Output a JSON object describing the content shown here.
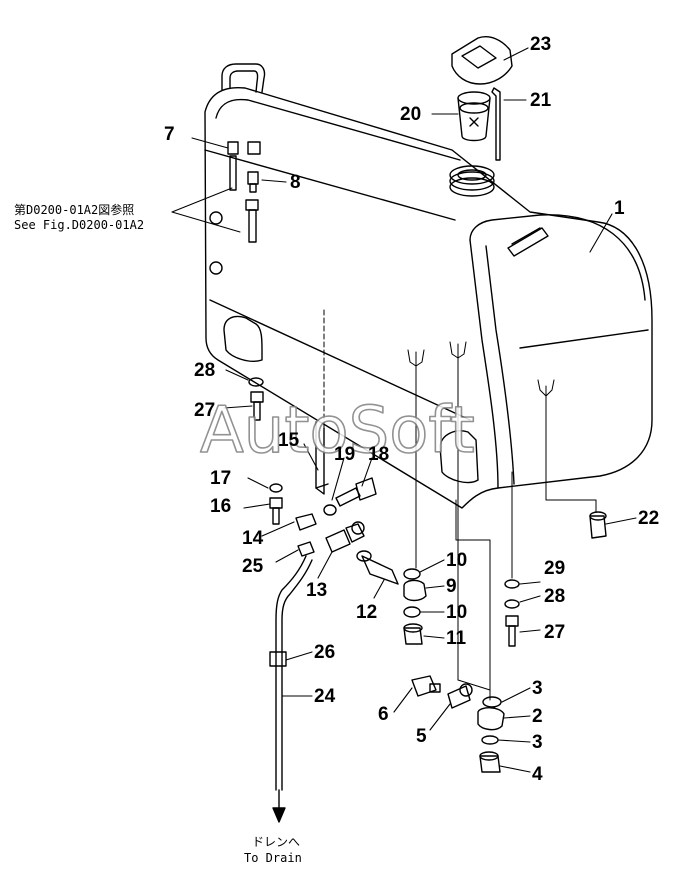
{
  "diagram": {
    "callouts": [
      {
        "id": "c1",
        "label": "1"
      },
      {
        "id": "c2",
        "label": "2"
      },
      {
        "id": "c3a",
        "label": "3"
      },
      {
        "id": "c3b",
        "label": "3"
      },
      {
        "id": "c4",
        "label": "4"
      },
      {
        "id": "c5",
        "label": "5"
      },
      {
        "id": "c6",
        "label": "6"
      },
      {
        "id": "c7",
        "label": "7"
      },
      {
        "id": "c8",
        "label": "8"
      },
      {
        "id": "c9",
        "label": "9"
      },
      {
        "id": "c10a",
        "label": "10"
      },
      {
        "id": "c10b",
        "label": "10"
      },
      {
        "id": "c11",
        "label": "11"
      },
      {
        "id": "c12",
        "label": "12"
      },
      {
        "id": "c13",
        "label": "13"
      },
      {
        "id": "c14",
        "label": "14"
      },
      {
        "id": "c15",
        "label": "15"
      },
      {
        "id": "c16",
        "label": "16"
      },
      {
        "id": "c17",
        "label": "17"
      },
      {
        "id": "c18",
        "label": "18"
      },
      {
        "id": "c19",
        "label": "19"
      },
      {
        "id": "c20",
        "label": "20"
      },
      {
        "id": "c21",
        "label": "21"
      },
      {
        "id": "c22",
        "label": "22"
      },
      {
        "id": "c23",
        "label": "23"
      },
      {
        "id": "c24",
        "label": "24"
      },
      {
        "id": "c25",
        "label": "25"
      },
      {
        "id": "c26",
        "label": "26"
      },
      {
        "id": "c27a",
        "label": "27"
      },
      {
        "id": "c27b",
        "label": "27"
      },
      {
        "id": "c28a",
        "label": "28"
      },
      {
        "id": "c28b",
        "label": "28"
      },
      {
        "id": "c29",
        "label": "29"
      }
    ],
    "reference_note": {
      "line1": "第D0200-01A2図参照",
      "line2": "See Fig.D0200-01A2"
    },
    "drain_note": {
      "line1": "ドレンへ",
      "line2": "To Drain"
    },
    "watermark": "AutoSoft"
  },
  "colors": {
    "line": "#000000",
    "watermark_outline": "#808080",
    "background": "#ffffff"
  }
}
